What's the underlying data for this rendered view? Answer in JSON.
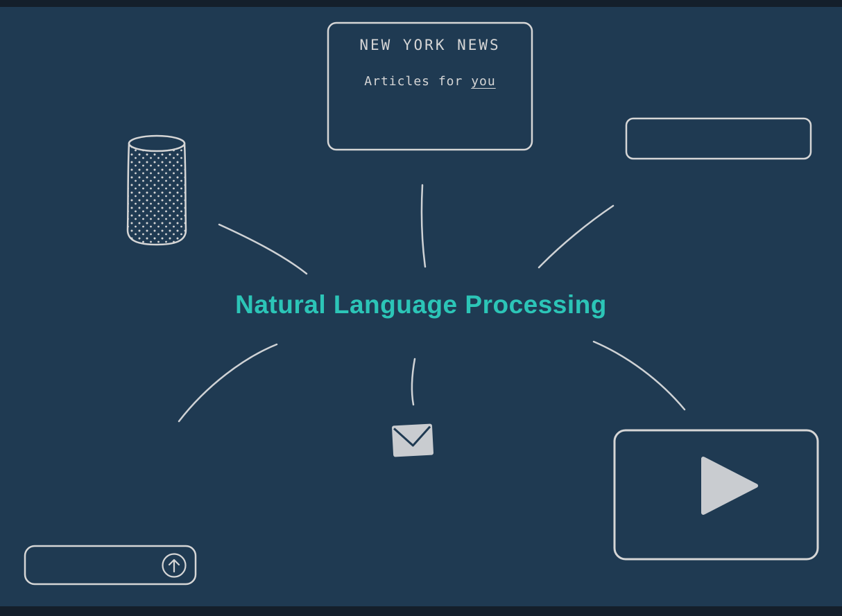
{
  "canvas": {
    "background": "#1f3a52",
    "letterbox_color": "#141f2b",
    "stroke_color": "#d6d6d6",
    "fill_gray": "#c9ccd0"
  },
  "center_title": {
    "text": "Natural Language Processing",
    "color": "#2cc5b7"
  },
  "news_card": {
    "heading": "NEW YORK NEWS",
    "subtitle_prefix": "Articles for ",
    "subtitle_emphasis": "you"
  },
  "icons": [
    {
      "name": "news-card",
      "shape": "rounded-rectangle-outline"
    },
    {
      "name": "text-field",
      "shape": "rounded-rectangle-outline"
    },
    {
      "name": "smart-speaker-icon",
      "shape": "dotted-cylinder"
    },
    {
      "name": "envelope-icon",
      "shape": "filled-envelope"
    },
    {
      "name": "video-player",
      "shape": "rounded-rectangle-outline"
    },
    {
      "name": "play-icon",
      "shape": "filled-triangle"
    },
    {
      "name": "chat-input-field",
      "shape": "rounded-rectangle-outline"
    },
    {
      "name": "send-arrow-icon",
      "shape": "circled-up-arrow"
    },
    {
      "name": "connector-lines",
      "shape": "curved-spokes"
    }
  ]
}
